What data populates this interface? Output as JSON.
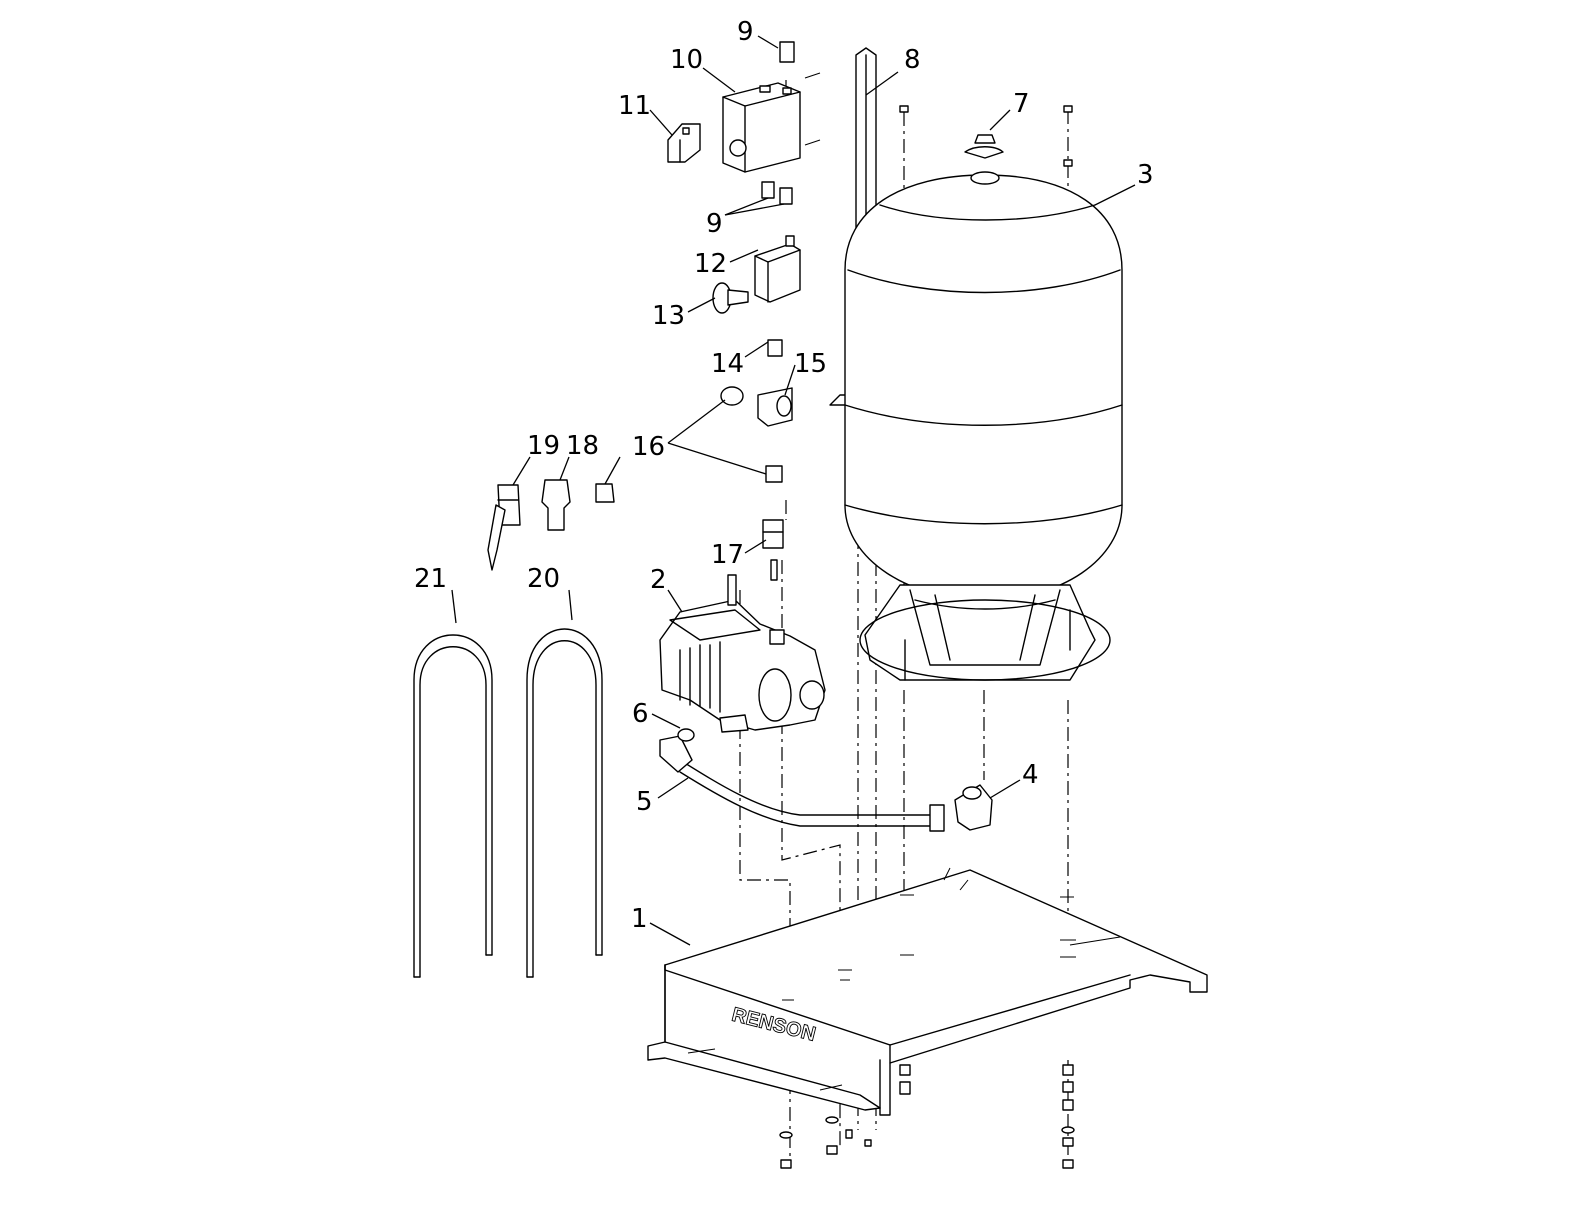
{
  "diagram": {
    "brand_text": "RENSON",
    "callouts": {
      "c1": "1",
      "c2": "2",
      "c3": "3",
      "c4": "4",
      "c5": "5",
      "c6": "6",
      "c7": "7",
      "c8": "8",
      "c9a": "9",
      "c9b": "9",
      "c10": "10",
      "c11": "11",
      "c12": "12",
      "c13": "13",
      "c14": "14",
      "c15": "15",
      "c16": "16",
      "c17": "17",
      "c18": "18",
      "c19": "19",
      "c20": "20",
      "c21": "21"
    }
  }
}
